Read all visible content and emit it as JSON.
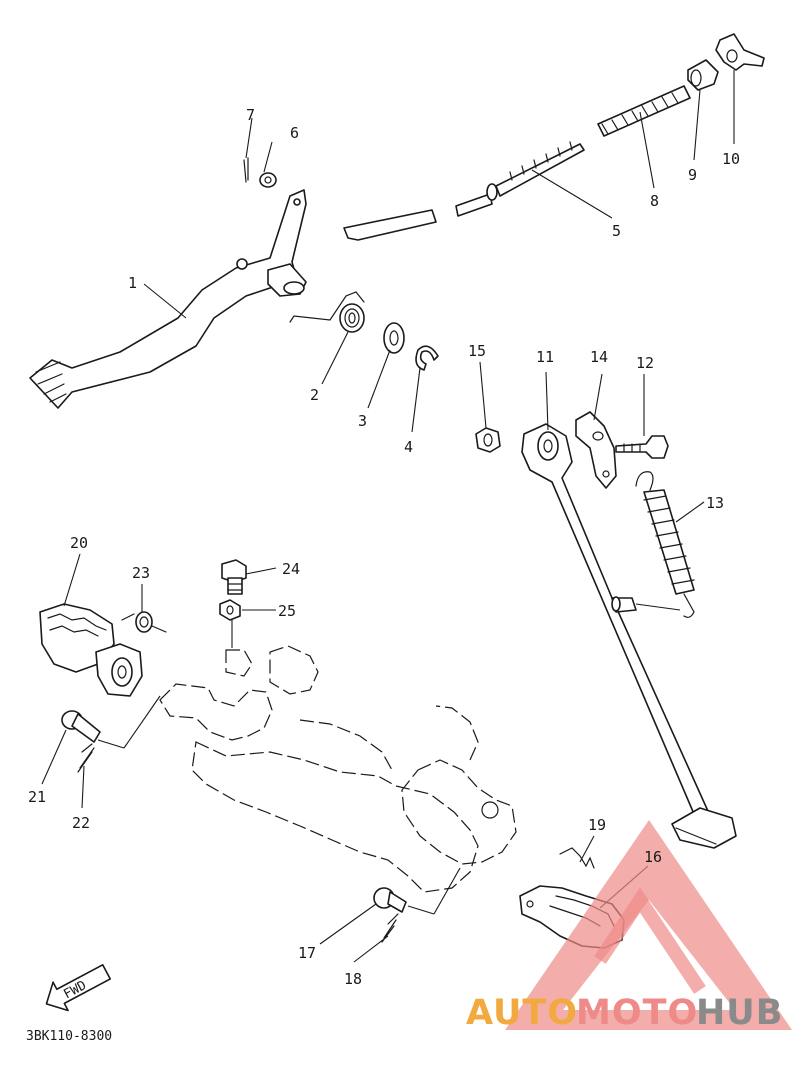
{
  "diagram": {
    "callouts": [
      "1",
      "2",
      "3",
      "4",
      "5",
      "6",
      "7",
      "8",
      "9",
      "10",
      "11",
      "12",
      "13",
      "14",
      "15",
      "16",
      "17",
      "18",
      "19",
      "20",
      "21",
      "22",
      "23",
      "24",
      "25"
    ],
    "fwd_label": "FWD",
    "reference_code": "3BK110-8300"
  },
  "watermark": {
    "brand_part1": "AUTO",
    "brand_part2": "MOTO",
    "brand_part3": "HUB",
    "colors": {
      "triangle": "#ee8a88",
      "auto": "#f2a93f",
      "moto": "#ee8a88",
      "hub": "#8a8a8a"
    }
  }
}
